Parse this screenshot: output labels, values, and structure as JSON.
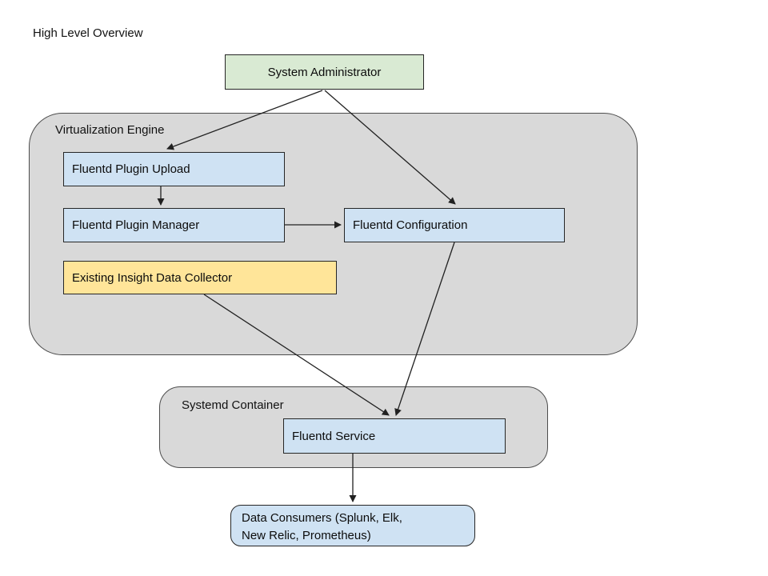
{
  "title": "High Level Overview",
  "colors": {
    "background": "#ffffff",
    "green_fill": "#d9ead3",
    "blue_fill": "#cfe2f3",
    "yellow_fill": "#ffe599",
    "gray_fill": "#d9d9d9",
    "node_border": "#262626",
    "container_border": "#4d4d4d",
    "arrow": "#212121"
  },
  "nodes": {
    "system_administrator": {
      "label": "System Administrator"
    },
    "virtualization_engine": {
      "label": "Virtualization Engine"
    },
    "fluentd_plugin_upload": {
      "label": "Fluentd Plugin Upload"
    },
    "fluentd_plugin_manager": {
      "label": "Fluentd Plugin Manager"
    },
    "fluentd_configuration": {
      "label": "Fluentd Configuration"
    },
    "existing_insight_data_collector": {
      "label": "Existing Insight Data Collector"
    },
    "systemd_container": {
      "label": "Systemd Container"
    },
    "fluentd_service": {
      "label": "Fluentd Service"
    },
    "data_consumers": {
      "label_line1": "Data Consumers (Splunk, Elk,",
      "label_line2": "New Relic, Prometheus)"
    }
  },
  "edges": [
    {
      "from": "System Administrator",
      "to": "Fluentd Plugin Upload"
    },
    {
      "from": "System Administrator",
      "to": "Fluentd Configuration"
    },
    {
      "from": "Fluentd Plugin Upload",
      "to": "Fluentd Plugin Manager"
    },
    {
      "from": "Fluentd Plugin Manager",
      "to": "Fluentd Configuration"
    },
    {
      "from": "Existing Insight Data Collector",
      "to": "Fluentd Service"
    },
    {
      "from": "Fluentd Configuration",
      "to": "Fluentd Service"
    },
    {
      "from": "Fluentd Service",
      "to": "Data Consumers"
    }
  ]
}
